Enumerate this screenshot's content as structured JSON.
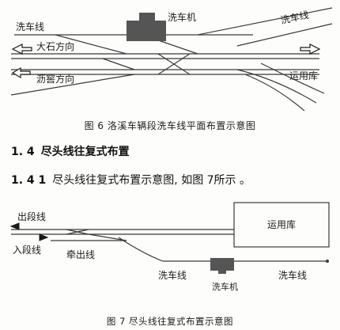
{
  "figure6": {
    "labels": {
      "wash_line_left": "洗车线",
      "wash_machine": "洗车机",
      "wash_line_right": "洗车线",
      "dashi": "大石方向",
      "lixiao": "沥窖方向",
      "depot": "运用库"
    },
    "caption": "图 6   洛溪车辆段洗车线平面布置示意图"
  },
  "section": {
    "number": "1. 4",
    "title": "尽头线往复式布置"
  },
  "subsection": {
    "number": "1. 4 1",
    "text": "尽头线往复式布置示意图, 如图  7所示 。"
  },
  "figure7": {
    "labels": {
      "out_line": "出段线",
      "in_line": "入段线",
      "shunting_line": "牵出线",
      "depot": "运用库",
      "wash_line_left": "洗车线",
      "wash_machine": "洗车机",
      "wash_line_right": "洗车线"
    },
    "caption": "图 7   尽头线往复式布置示意图"
  },
  "colors": {
    "ink": "#1a1a1a",
    "track": "#3a3a3a",
    "machine": "#555555",
    "background": "#fdfdfc"
  }
}
